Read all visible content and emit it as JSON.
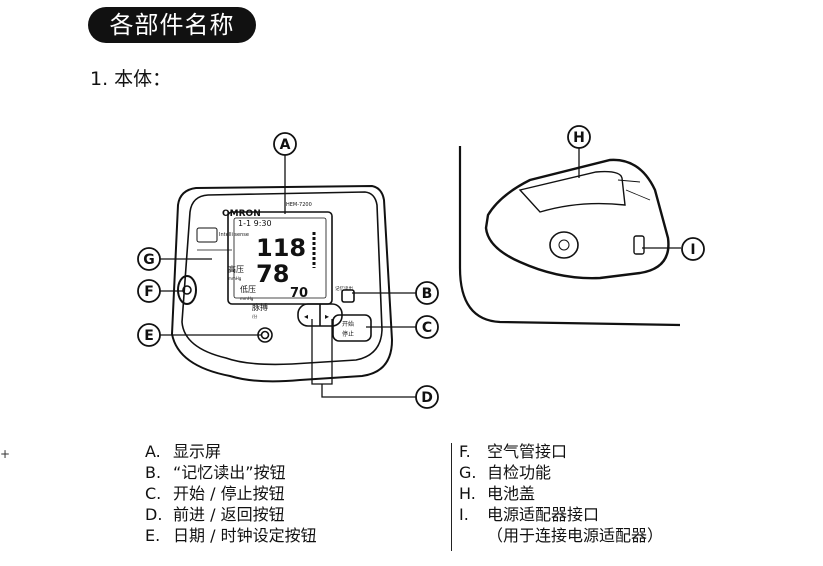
{
  "header": {
    "title": "各部件名称"
  },
  "section": {
    "number": "1.",
    "title": "本体："
  },
  "device": {
    "brand": "OMRON",
    "model": "HEM-7200",
    "logo": "Intelli sense",
    "screen": {
      "systolic": "118",
      "diastolic": "78",
      "pulse": "70",
      "time": "1-1 9:30",
      "label_high": "高压",
      "label_high_unit": "mmHg",
      "label_low": "低压",
      "label_low_unit": "mmHg",
      "label_pulse": "脉搏",
      "label_pulse_unit": "/分"
    },
    "buttons": {
      "memory": "记忆读出",
      "start_top": "开始",
      "start_bottom": "停止"
    }
  },
  "callouts": {
    "A": "A",
    "B": "B",
    "C": "C",
    "D": "D",
    "E": "E",
    "F": "F",
    "G": "G",
    "H": "H",
    "I": "I"
  },
  "legend": {
    "left": [
      {
        "key": "A.",
        "text": "显示屏"
      },
      {
        "key": "B.",
        "text": "“记忆读出”按钮"
      },
      {
        "key": "C.",
        "text": "开始 / 停止按钮"
      },
      {
        "key": "D.",
        "text": "前进 / 返回按钮"
      },
      {
        "key": "E.",
        "text": "日期 / 时钟设定按钮"
      }
    ],
    "right": [
      {
        "key": "F.",
        "text": "空气管接口"
      },
      {
        "key": "G.",
        "text": "自检功能"
      },
      {
        "key": "H.",
        "text": "电池盖"
      },
      {
        "key": "I.",
        "text": "电源适配器接口"
      }
    ],
    "right_note": "（用于连接电源适配器）"
  }
}
